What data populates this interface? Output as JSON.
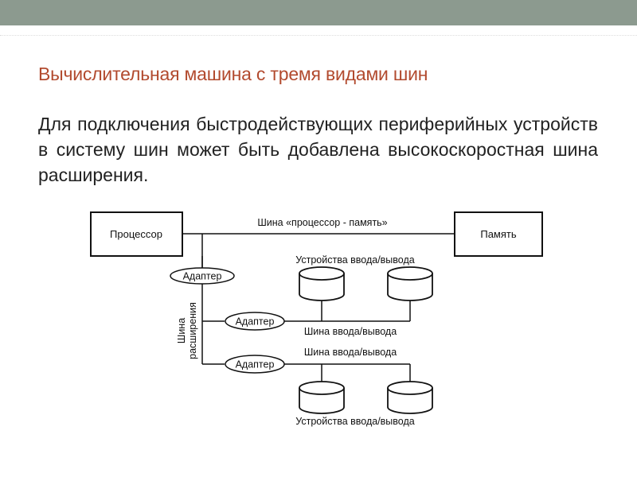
{
  "slide": {
    "title": "Вычислительная машина с тремя видами шин",
    "body": "Для подключения быстродействующих периферийных устройств в систему шин может быть добавлена высокоскоростная шина расширения."
  },
  "diagram": {
    "processor": "Процессор",
    "memory": "Память",
    "cpu_memory_bus": "Шина «процессор - память»",
    "expansion_bus_line1": "Шина",
    "expansion_bus_line2": "расширения",
    "adapters": [
      "Адаптер",
      "Адаптер",
      "Адаптер"
    ],
    "io_devices_top": "Устройства ввода/вывода",
    "io_bus_1": "Шина ввода/вывода",
    "io_bus_2": "Шина ввода/вывода",
    "io_devices_bottom": "Устройства ввода/вывода"
  },
  "colors": {
    "title": "#b24a2e",
    "topbar": "#8c9a8f",
    "text": "#222222"
  }
}
